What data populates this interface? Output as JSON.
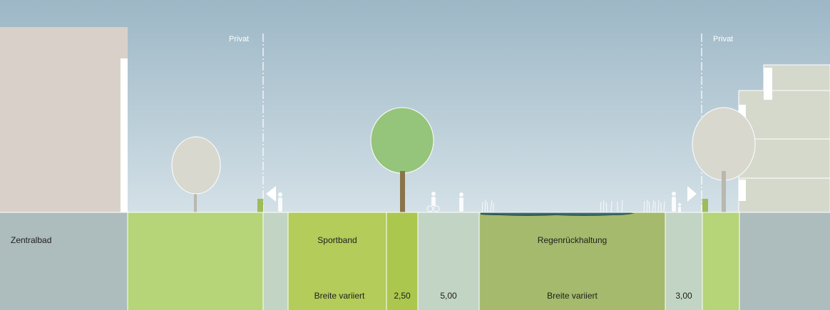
{
  "privat_left": "Privat",
  "privat_right": "Privat",
  "zones": {
    "zentralbad": "Zentralbad",
    "sportband": "Sportband",
    "regen": "Regenrückhaltung"
  },
  "widths": {
    "sportband": "Breite variiert",
    "strip": "2,50",
    "path": "5,00",
    "regen": "Breite variiert",
    "right_path": "3,00"
  },
  "colors": {
    "ground_grey": "#adbcbd",
    "green_light": "#b5d578",
    "green_mid": "#b3cc5a",
    "path_grey": "#c2d4c3",
    "regen_green": "#a5ba6c",
    "water": "#2f5b5c",
    "tree_green": "#95c47b",
    "tree_grey": "#d9d8cf"
  }
}
